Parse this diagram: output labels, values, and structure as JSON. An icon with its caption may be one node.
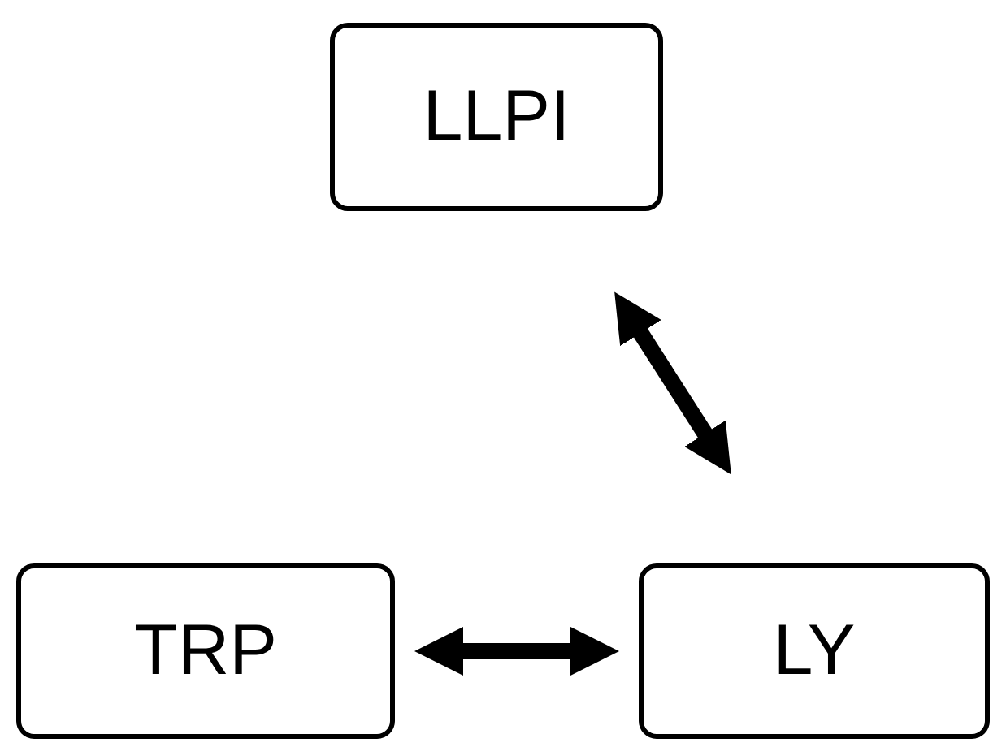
{
  "diagram": {
    "nodes": [
      {
        "text": [
          "LLPI"
        ]
      },
      {
        "text": [
          "TRP"
        ]
      },
      {
        "text": [
          "LY"
        ]
      }
    ],
    "edges": [
      {
        "from": 0,
        "to": 2,
        "arrow": "both"
      },
      {
        "from": 1,
        "to": 2,
        "arrow": "both"
      }
    ]
  }
}
